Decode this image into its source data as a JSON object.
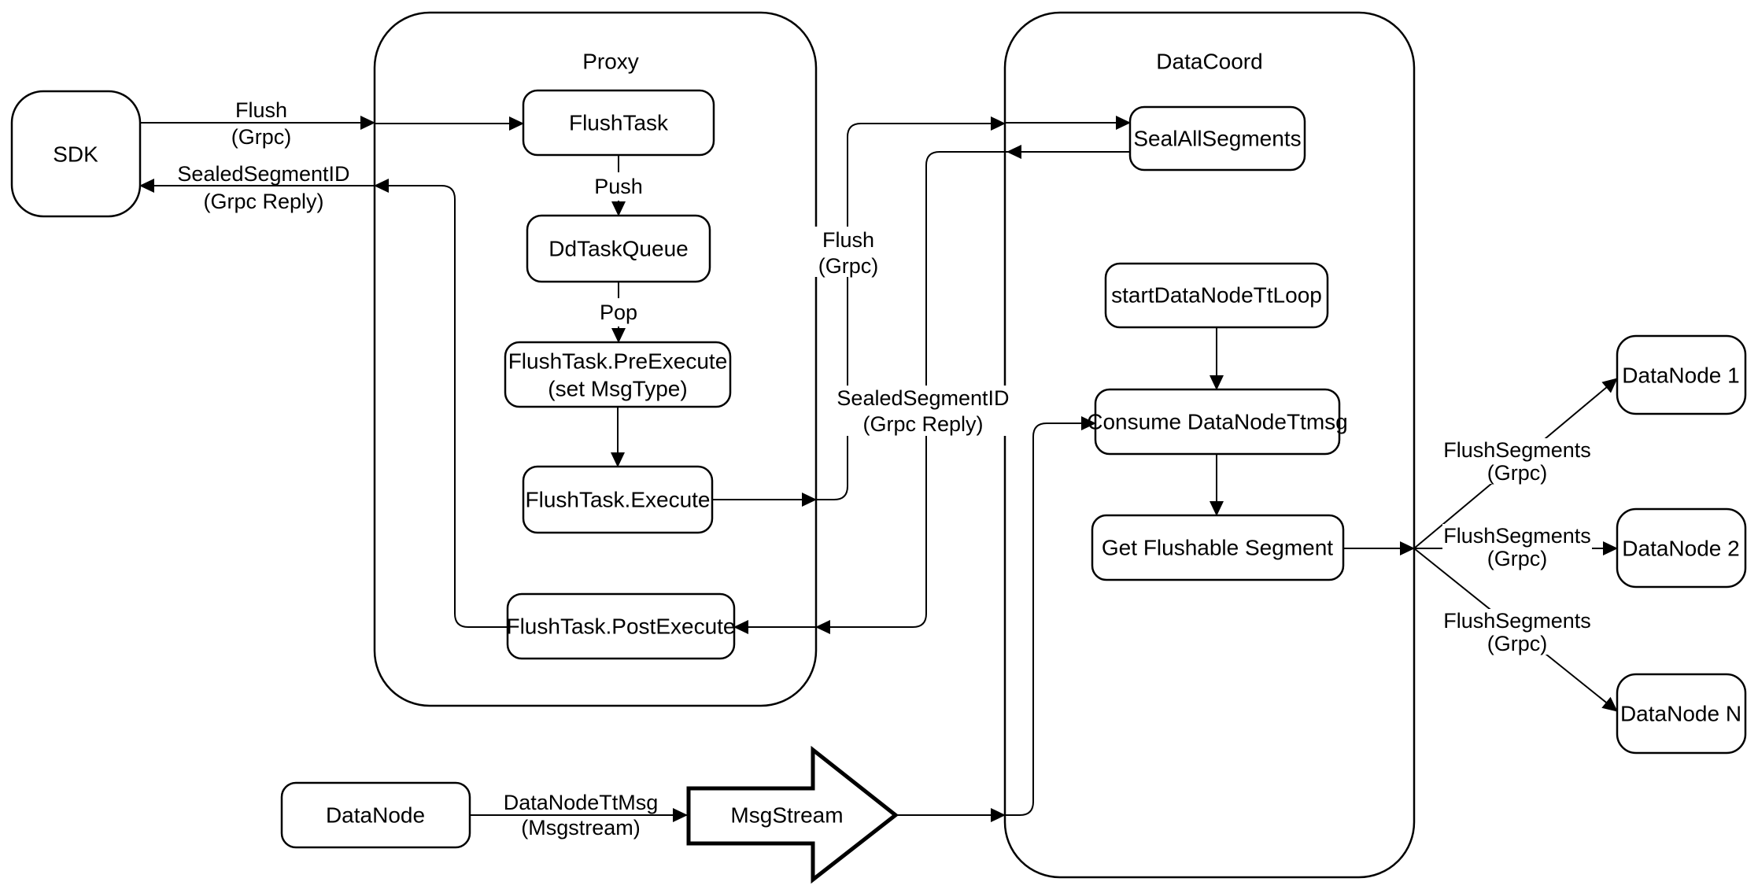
{
  "diagram": {
    "colors": {
      "stroke": "#000000",
      "fill": "#ffffff",
      "background": "#ffffff"
    },
    "containers": {
      "proxy": {
        "label": "Proxy"
      },
      "datacoord": {
        "label": "DataCoord"
      }
    },
    "nodes": {
      "sdk": {
        "label": "SDK"
      },
      "flush_task": {
        "label": "FlushTask"
      },
      "dd_task_queue": {
        "label": "DdTaskQueue"
      },
      "pre_execute": {
        "label": "FlushTask.PreExecute",
        "sublabel": "(set MsgType)"
      },
      "execute": {
        "label": "FlushTask.Execute"
      },
      "post_execute": {
        "label": "FlushTask.PostExecute"
      },
      "seal_all_segments": {
        "label": "SealAllSegments"
      },
      "start_datanode_tt_loop": {
        "label": "startDataNodeTtLoop"
      },
      "consume_datanode_ttmsg": {
        "label": "Consume DataNodeTtmsg"
      },
      "get_flushable_segment": {
        "label": "Get Flushable Segment"
      },
      "datanode_1": {
        "label": "DataNode 1"
      },
      "datanode_2": {
        "label": "DataNode 2"
      },
      "datanode_n": {
        "label": "DataNode N"
      },
      "datanode_bottom": {
        "label": "DataNode"
      },
      "msgstream": {
        "label": "MsgStream"
      }
    },
    "edge_labels": {
      "flush_sdk": {
        "line1": "Flush",
        "line2": "(Grpc)"
      },
      "sealed_segment_sdk": {
        "line1": "SealedSegmentID",
        "line2": "(Grpc Reply)"
      },
      "push": {
        "label": "Push"
      },
      "pop": {
        "label": "Pop"
      },
      "flush_mid": {
        "line1": "Flush",
        "line2": "(Grpc)"
      },
      "sealed_segment_mid": {
        "line1": "SealedSegmentID",
        "line2": "(Grpc Reply)"
      },
      "flush_segments_1": {
        "line1": "FlushSegments",
        "line2": "(Grpc)"
      },
      "flush_segments_2": {
        "line1": "FlushSegments",
        "line2": "(Grpc)"
      },
      "flush_segments_3": {
        "line1": "FlushSegments",
        "line2": "(Grpc)"
      },
      "datanode_ttmsg": {
        "line1": "DataNodeTtMsg",
        "line2": "(Msgstream)"
      }
    }
  }
}
